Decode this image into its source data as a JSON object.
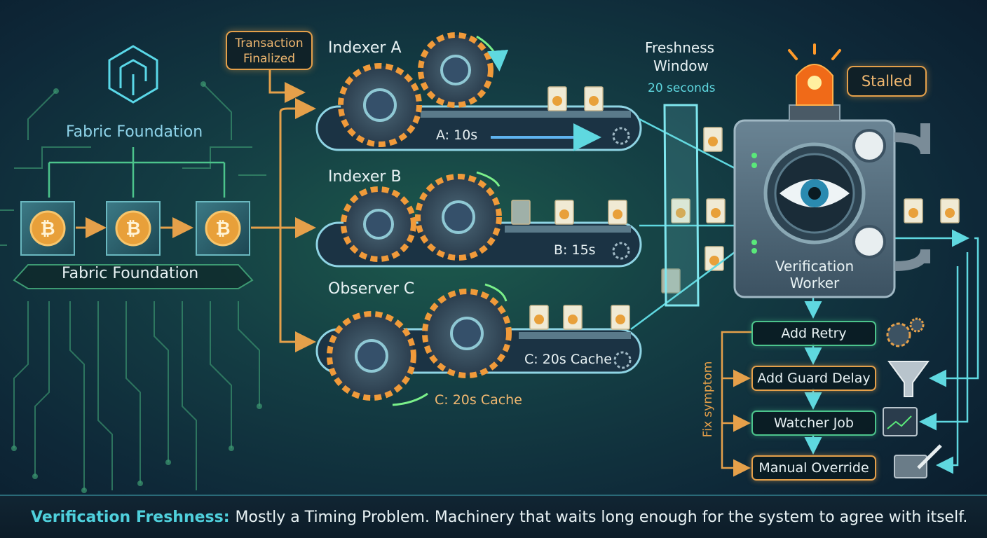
{
  "left": {
    "foundation_top": "Fabric Foundation",
    "foundation_bottom": "Fabric Foundation",
    "logo_icon": "fabric-logo-icon",
    "block_icon": "bitcoin-coin-icon"
  },
  "trigger": {
    "line1": "Transaction",
    "line2": "Finalized"
  },
  "pipelines": [
    {
      "name": "Indexer A",
      "lag": "A: 10s"
    },
    {
      "name": "Indexer B",
      "lag": "B: 15s"
    },
    {
      "name": "Observer C",
      "lag": "C: 20s Cache",
      "cache_note": "C: 20s Cache"
    }
  ],
  "window": {
    "title_line1": "Freshness",
    "title_line2": "Window",
    "duration": "20 seconds"
  },
  "worker": {
    "status": "Stalled",
    "label_line1": "Verification",
    "label_line2": "Worker",
    "alarm_icon": "siren-alarm-icon",
    "eye_icon": "eye-icon"
  },
  "fixes": {
    "group_label": "Fix symptom",
    "steps": [
      "Add Retry",
      "Add Guard Delay",
      "Watcher Job",
      "Manual Override"
    ],
    "icons": [
      "gears-icon",
      "funnel-icon",
      "monitor-chart-icon",
      "wrench-device-icon"
    ]
  },
  "footer": {
    "key": "Verification Freshness:",
    "text": "Mostly a Timing Problem. Machinery that waits long enough for the system to agree with itself."
  },
  "colors": {
    "accent_orange": "#e5a04a",
    "accent_cyan": "#5fd8e0",
    "accent_green": "#4cc48c",
    "background": "#143e44"
  }
}
